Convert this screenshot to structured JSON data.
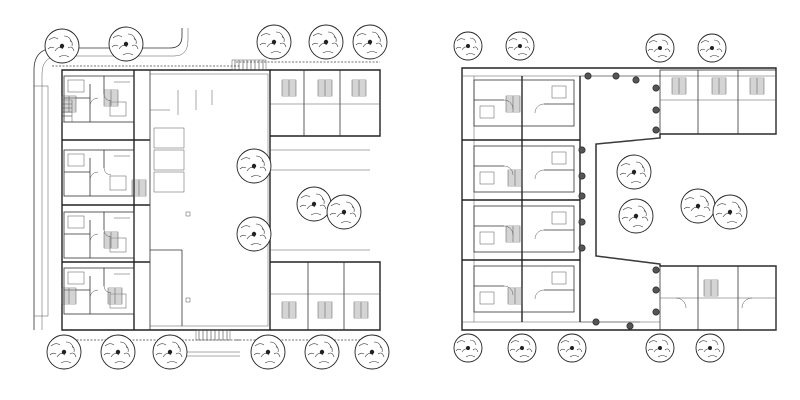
{
  "drawing": {
    "type": "architectural-site-plan",
    "labels": [],
    "colors": {
      "ink": "#222222",
      "paper": "#ffffff",
      "foliage": "#ffffff"
    },
    "plans": [
      {
        "id": "left-plan",
        "description_visible": false
      },
      {
        "id": "right-plan",
        "description_visible": false
      }
    ]
  }
}
